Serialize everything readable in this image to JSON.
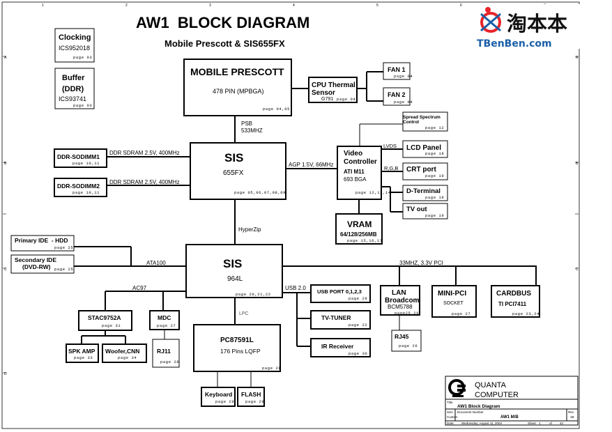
{
  "title": "AW1  BLOCK DIAGRAM",
  "subtitle": "Mobile Prescott & SIS655FX",
  "logo": {
    "cn_text": "淘本本",
    "site": "TBenBen.com",
    "colors": {
      "red": "#e8252a",
      "blue": "#1a5fa8",
      "black": "#111111"
    }
  },
  "clocking": {
    "name": "Clocking",
    "part": "ICS952018",
    "page": "page 03"
  },
  "buffer": {
    "name": "Buffer",
    "type": "(DDR)",
    "part": "ICS93741",
    "page": "page 03"
  },
  "cpu": {
    "name": "MOBILE PRESCOTT",
    "pkg": "478 PIN (MPBGA)",
    "page": "page 04,05"
  },
  "thermal": {
    "name1": "CPU Thermal",
    "name2": "Sensor",
    "part": "G791",
    "page": "page 04"
  },
  "fan1": {
    "name": "FAN 1",
    "page": "page 04"
  },
  "fan2": {
    "name": "FAN 2",
    "page": "page 04"
  },
  "psb": {
    "l1": "PSB",
    "l2": "533MHZ"
  },
  "nb": {
    "name": "SIS",
    "part": "655FX",
    "page": "page 05,06,07,08,09"
  },
  "dimm1": {
    "name": "DDR-SODIMM1",
    "page": "page 10,11",
    "bus": "DDR SDRAM 2.5V, 400MHz"
  },
  "dimm2": {
    "name": "DDR-SODIMM2",
    "page": "page 10,11",
    "bus": "DDR SDRAM 2.5V, 400MHz"
  },
  "agp": "AGP 1.5V, 66MHz",
  "video": {
    "name1": "Video",
    "name2": "Controller",
    "part": "ATI M11",
    "pkg": "693 BGA",
    "page": "page 12,13,14"
  },
  "spread": {
    "name1": "Spread Spectrum",
    "name2": "Control",
    "page": "page 12"
  },
  "lvds": "LVDS",
  "rgb": "R,G,B",
  "lcd": {
    "name": "LCD Panel",
    "page": "page 18"
  },
  "crt": {
    "name": "CRT port",
    "page": "page 19"
  },
  "dterm": {
    "name": "D-Terminal",
    "page": "page 19"
  },
  "tvout": {
    "name": "TV out",
    "page": "page 19"
  },
  "vram": {
    "name": "VRAM",
    "size": "64/128/256MB",
    "page": "page 15,16,17"
  },
  "hyperzip": "HyperZip",
  "sb": {
    "name": "SIS",
    "part": "964L",
    "page": "page 20,21,22"
  },
  "ide1": {
    "name": "Primary IDE  - HDD",
    "page": "page 25"
  },
  "ide2": {
    "name1": "Secondary IDE",
    "name2": "(DVD-RW)",
    "page": "page 25"
  },
  "ata": "ATA100",
  "pci": "33MHZ, 3.3V PCI",
  "ac97": "AC97",
  "usb_bus": "USB 2.0",
  "lpc": "LPC",
  "usb": {
    "name": "USB PORT 0,1,2,3",
    "page": "page 29"
  },
  "tvtuner": {
    "name": "TV-TUNER",
    "page": "page 22"
  },
  "ir": {
    "name": "IR Receiver",
    "page": "page 30"
  },
  "lan": {
    "name1": "LAN",
    "name2": "Broadcom",
    "part": "BCM5788",
    "page": "page25,26"
  },
  "rj45": {
    "name": "RJ45",
    "page": "page 26"
  },
  "minipci": {
    "name": "MINI-PCI",
    "type": "SOCKET",
    "page": "page 27"
  },
  "cardbus": {
    "name": "CARDBUS",
    "part": "TI PCI7411",
    "page": "page 23,24"
  },
  "stac": {
    "name": "STAC9752A",
    "page": "page 31"
  },
  "mdc": {
    "name": "MDC",
    "page": "page 27"
  },
  "rj11": {
    "name": "RJ11",
    "page": "page 26"
  },
  "spk": {
    "name": "SPK AMP",
    "page": "page 33"
  },
  "woofer": {
    "name": "Woofer,CNN",
    "page": "page 34"
  },
  "sio": {
    "name": "PC87591L",
    "pkg": "176 Pins LQFP",
    "page": "page 28"
  },
  "keyboard": {
    "name": "Keyboard",
    "page": "page 29"
  },
  "flash": {
    "name": "FLASH",
    "page": "page 29"
  },
  "titleblock": {
    "company1": "QUANTA",
    "company2": "COMPUTER",
    "title_label": "Title",
    "title": "AW1 Block Diagram",
    "size_label": "Size",
    "size": "Custom",
    "docnum_label": "Document Number",
    "docnum": "AW1 M/B",
    "rev_label": "Rev",
    "rev": "1B",
    "date_label": "Date:",
    "date": "Wednesday, August 11, 2004",
    "sheet_label": "Sheet",
    "sheet": "1",
    "of_label": "of",
    "of": "42"
  },
  "border": {
    "cols": [
      "1",
      "2",
      "3",
      "4",
      "5",
      "6",
      "7"
    ],
    "rows": [
      "A",
      "B",
      "C",
      "D"
    ]
  }
}
